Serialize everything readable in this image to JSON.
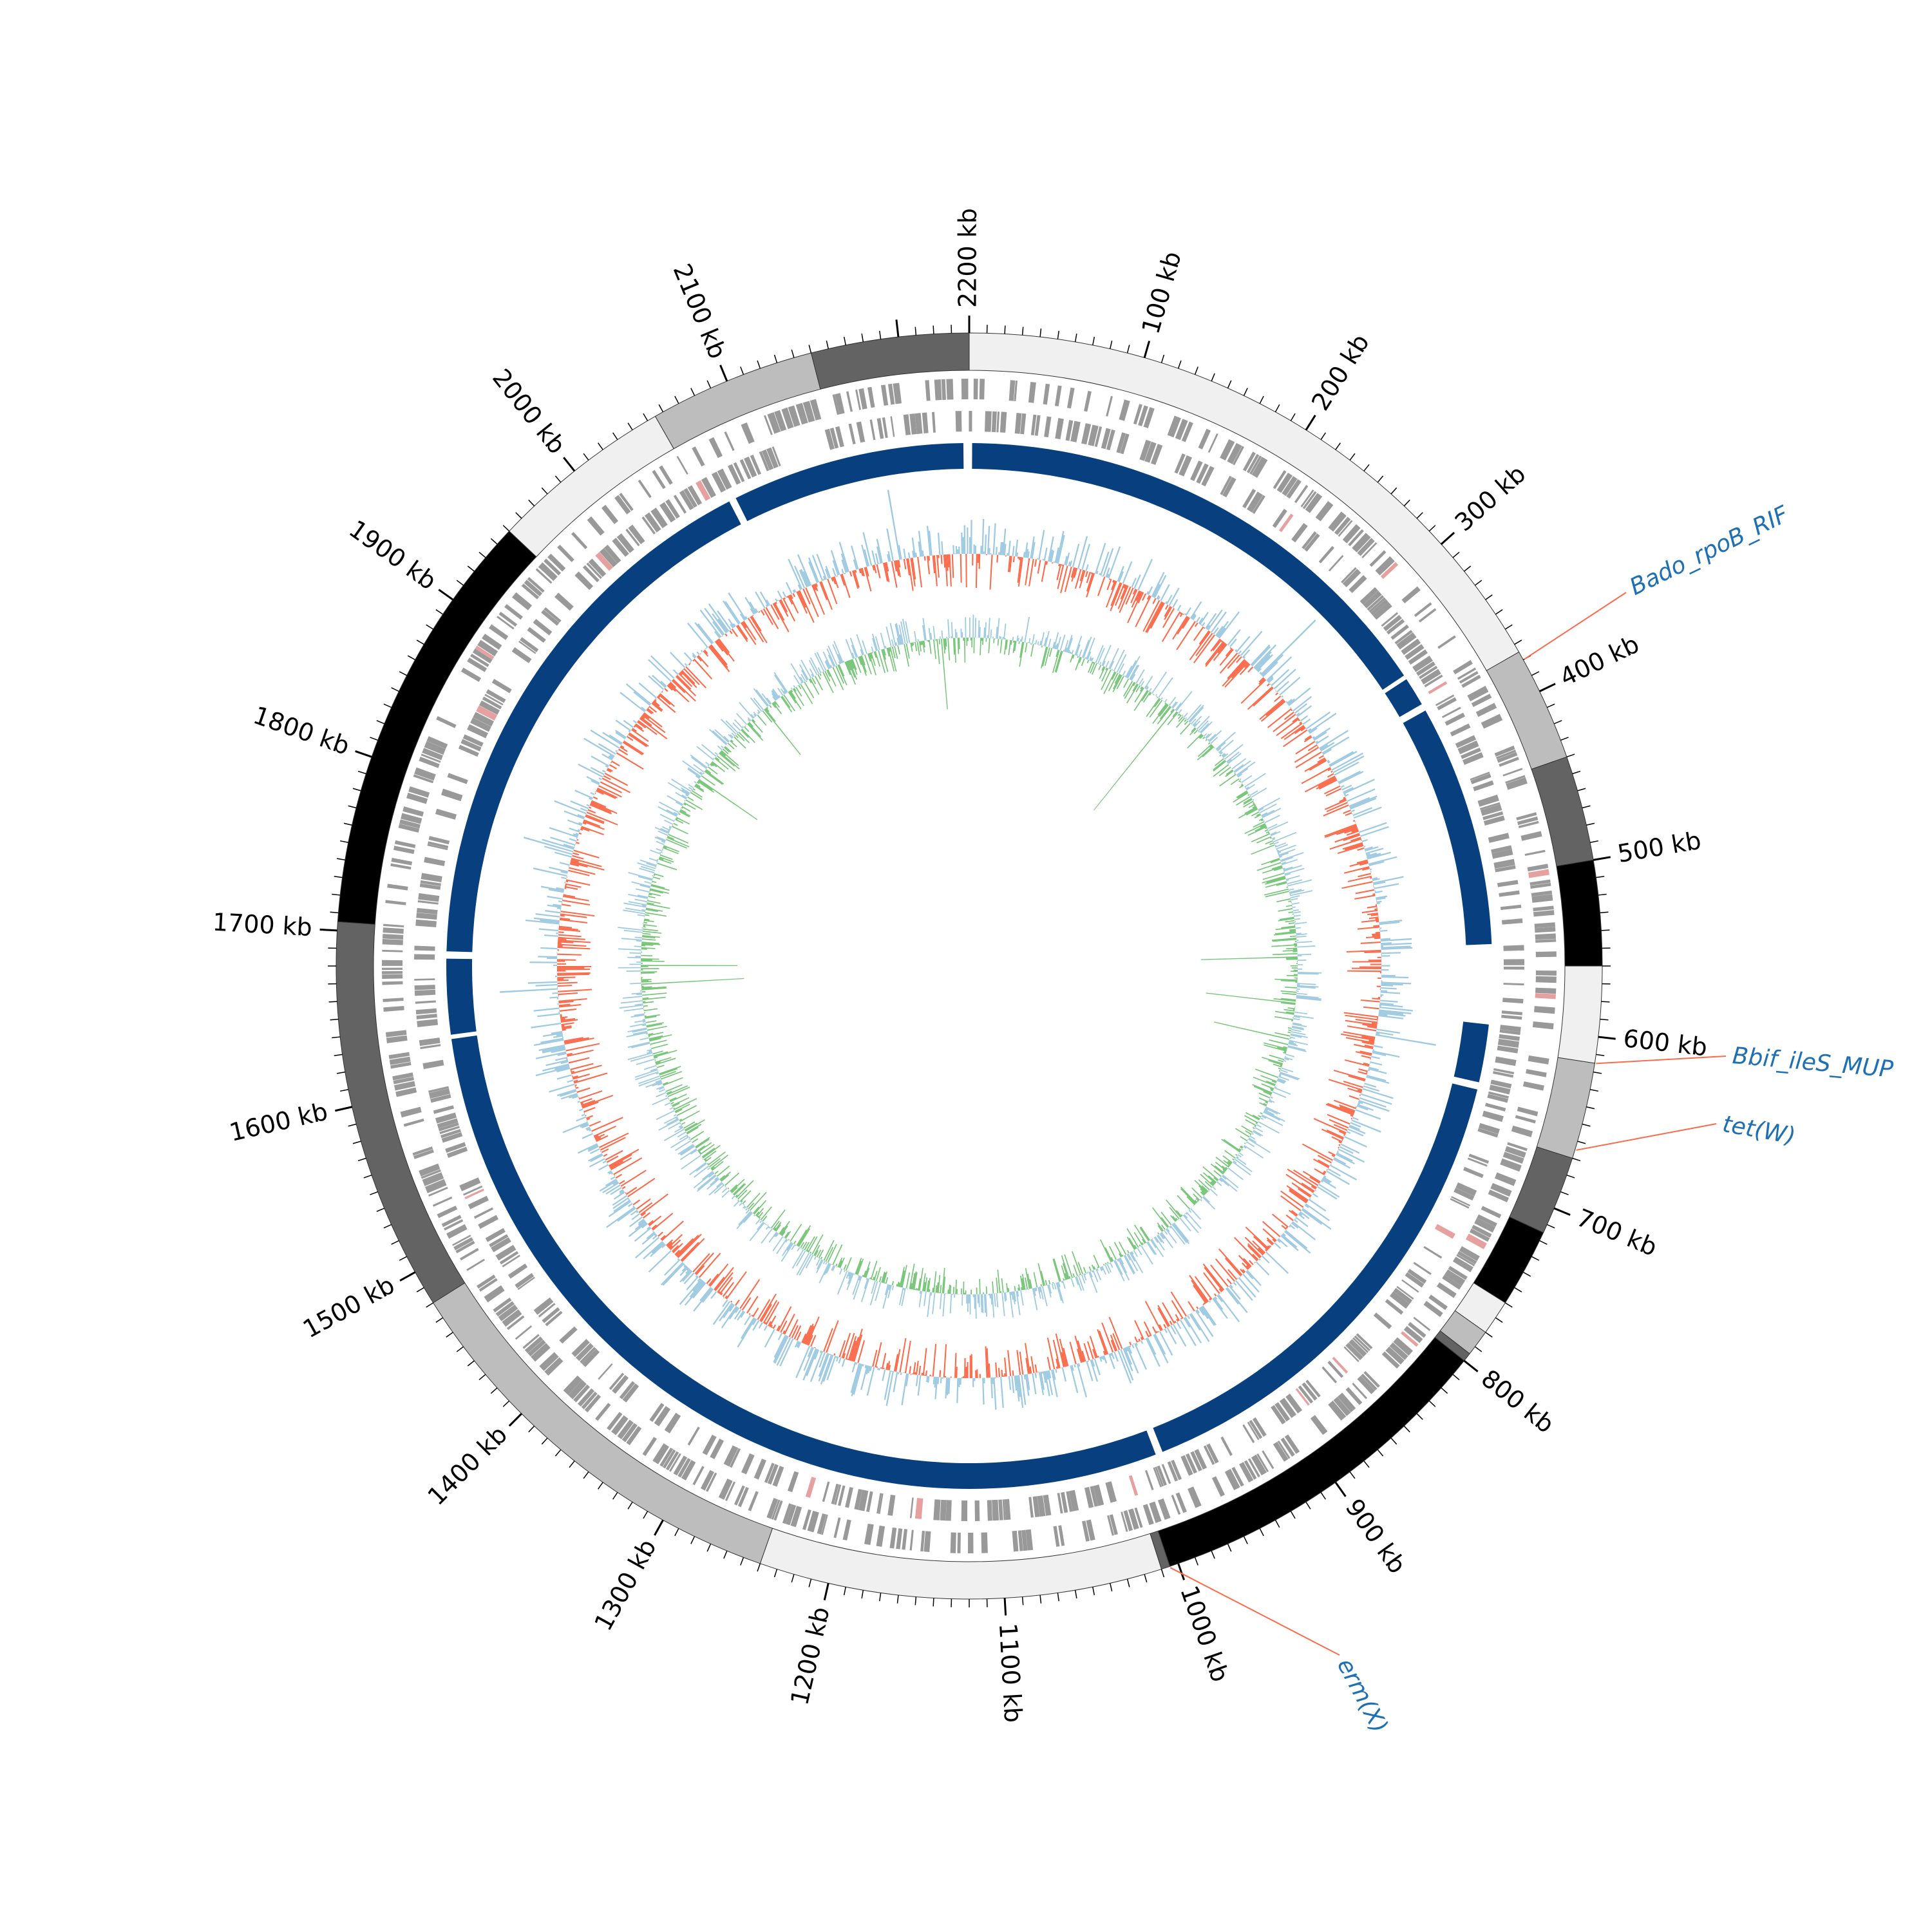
{
  "genome": {
    "length_kb": 2240,
    "tick_labels": [
      {
        "kb": 0,
        "label": "2200 kb"
      },
      {
        "kb": 100,
        "label": "100 kb"
      },
      {
        "kb": 200,
        "label": "200 kb"
      },
      {
        "kb": 300,
        "label": "300 kb"
      },
      {
        "kb": 400,
        "label": "400 kb"
      },
      {
        "kb": 500,
        "label": "500 kb"
      },
      {
        "kb": 600,
        "label": "600 kb"
      },
      {
        "kb": 700,
        "label": "700 kb"
      },
      {
        "kb": 800,
        "label": "800 kb"
      },
      {
        "kb": 900,
        "label": "900 kb"
      },
      {
        "kb": 1000,
        "label": "1000 kb"
      },
      {
        "kb": 1100,
        "label": "1100 kb"
      },
      {
        "kb": 1200,
        "label": "1200 kb"
      },
      {
        "kb": 1300,
        "label": "1300 kb"
      },
      {
        "kb": 1400,
        "label": "1400 kb"
      },
      {
        "kb": 1500,
        "label": "1500 kb"
      },
      {
        "kb": 1600,
        "label": "1600 kb"
      },
      {
        "kb": 1700,
        "label": "1700 kb"
      },
      {
        "kb": 1800,
        "label": "1800 kb"
      },
      {
        "kb": 1900,
        "label": "1900 kb"
      },
      {
        "kb": 2000,
        "label": "2000 kb"
      },
      {
        "kb": 2100,
        "label": "2100 kb"
      }
    ],
    "minor_tick_step_kb": 10
  },
  "contigs": [
    {
      "start": 0,
      "end": 375,
      "color": "#f0f0f0"
    },
    {
      "start": 375,
      "end": 440,
      "color": "#bdbdbd"
    },
    {
      "start": 440,
      "end": 500,
      "color": "#636363"
    },
    {
      "start": 500,
      "end": 560,
      "color": "#000000"
    },
    {
      "start": 560,
      "end": 615,
      "color": "#f0f0f0"
    },
    {
      "start": 615,
      "end": 670,
      "color": "#bdbdbd"
    },
    {
      "start": 670,
      "end": 715,
      "color": "#636363"
    },
    {
      "start": 715,
      "end": 760,
      "color": "#000000"
    },
    {
      "start": 760,
      "end": 780,
      "color": "#f0f0f0"
    },
    {
      "start": 780,
      "end": 795,
      "color": "#bdbdbd"
    },
    {
      "start": 795,
      "end": 800,
      "color": "#636363"
    },
    {
      "start": 800,
      "end": 1005,
      "color": "#000000"
    },
    {
      "start": 1005,
      "end": 1010,
      "color": "#636363"
    },
    {
      "start": 1010,
      "end": 1240,
      "color": "#f0f0f0"
    },
    {
      "start": 1240,
      "end": 1480,
      "color": "#bdbdbd"
    },
    {
      "start": 1480,
      "end": 1705,
      "color": "#636363"
    },
    {
      "start": 1705,
      "end": 1950,
      "color": "#000000"
    },
    {
      "start": 1950,
      "end": 2055,
      "color": "#f0f0f0"
    },
    {
      "start": 2055,
      "end": 2150,
      "color": "#bdbdbd"
    },
    {
      "start": 2150,
      "end": 2240,
      "color": "#636363"
    }
  ],
  "alignment_blocks": [
    {
      "start": 2,
      "end": 350
    },
    {
      "start": 353,
      "end": 373
    },
    {
      "start": 378,
      "end": 545
    },
    {
      "start": 600,
      "end": 640
    },
    {
      "start": 645,
      "end": 985
    },
    {
      "start": 990,
      "end": 1630
    },
    {
      "start": 1633,
      "end": 1685
    },
    {
      "start": 1690,
      "end": 2070
    },
    {
      "start": 2075,
      "end": 2236
    }
  ],
  "resistance_genes": [
    {
      "name": "Bado_rpoB_RIF",
      "kb": 380,
      "label": "Bado_rpoB_RIF",
      "color": "#1f6fb4",
      "line_color": "#fb6a4a"
    },
    {
      "name": "Bbif_ileS_MUP",
      "kb": 615,
      "label": "Bbif_ileS_MUP",
      "color": "#1f6fb4",
      "line_color": "#fb6a4a"
    },
    {
      "name": "tet(W)",
      "kb": 665,
      "label": "tet(W)",
      "color": "#1f6fb4",
      "line_color": "#fb6a4a"
    },
    {
      "name": "erm(X)",
      "kb": 1005,
      "label": "erm(X)",
      "color": "#1f6fb4",
      "line_color": "#fb6a4a"
    }
  ],
  "colors": {
    "contig_outline": "#333333",
    "gene_fill": "#999999",
    "gene_highlight": "#e6a0a0",
    "alignment": "#08407f",
    "gc_content_positive": "#9ecae1",
    "gc_content_negative": "#fb6a4a",
    "gc_skew_positive": "#9ecae1",
    "gc_skew_negative": "#74c476",
    "tick": "#000000"
  }
}
